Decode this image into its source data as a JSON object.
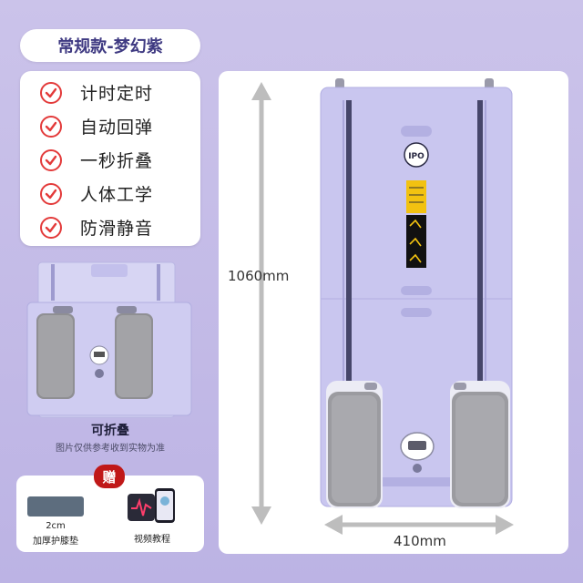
{
  "variant_title": "常规款-梦幻紫",
  "features": [
    "计时定时",
    "自动回弹",
    "一秒折叠",
    "人体工学",
    "防滑静音"
  ],
  "small_caption": {
    "title": "可折叠",
    "subtitle": "图片仅供参考收到实物为准"
  },
  "gift": {
    "badge": "赠",
    "pad_label_1": "2cm",
    "pad_label_2": "加厚护膝垫",
    "video_label": "视频教程"
  },
  "dimensions": {
    "height": "1060mm",
    "width": "410mm"
  },
  "product_logo": "IPO",
  "colors": {
    "accent_purple": "#3f3a82",
    "check_red": "#e33a3a",
    "badge_red": "#c01818",
    "product_lavender": "#c9c6ef"
  }
}
